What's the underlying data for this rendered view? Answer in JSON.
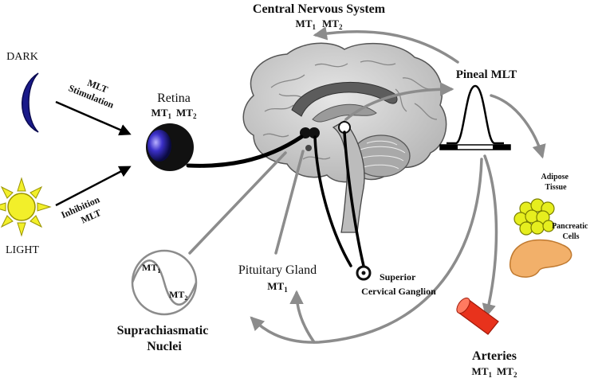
{
  "header": {
    "title": "Central Nervous System",
    "receptors": [
      "MT",
      "1",
      "MT",
      "2"
    ]
  },
  "left": {
    "dark": "DARK",
    "light": "LIGHT",
    "stimulation": [
      "MLT",
      "Stimulation"
    ],
    "inhibition": [
      "Inhibition",
      "MLT"
    ]
  },
  "retina": {
    "title": "Retina",
    "receptors": [
      "MT",
      "1",
      "MT",
      "2"
    ]
  },
  "pineal": {
    "title": "Pineal MLT"
  },
  "adipose": [
    "Adipose",
    "Tissue"
  ],
  "pancreatic": [
    "Pancreatic",
    "Cells"
  ],
  "pituitary": {
    "title": "Pituitary Gland",
    "receptors": [
      "MT",
      "1"
    ]
  },
  "scg": [
    "Superior",
    "Cervical Ganglion"
  ],
  "scn": {
    "title": [
      "Suprachiasmatic",
      "Nuclei"
    ],
    "receptors": [
      "MT",
      "1",
      "MT",
      "2"
    ]
  },
  "arteries": {
    "title": "Arteries",
    "receptors": [
      "MT",
      "1",
      "MT",
      "2"
    ]
  },
  "colors": {
    "arrow_gray": "#8c8c8c",
    "moon": "#1a1a8a",
    "sun": "#f2ef2a",
    "artery": "#e8321c",
    "adipose": "#e6ee1e",
    "pancreas": "#f2b06a",
    "brain": "#c8c8c8"
  }
}
